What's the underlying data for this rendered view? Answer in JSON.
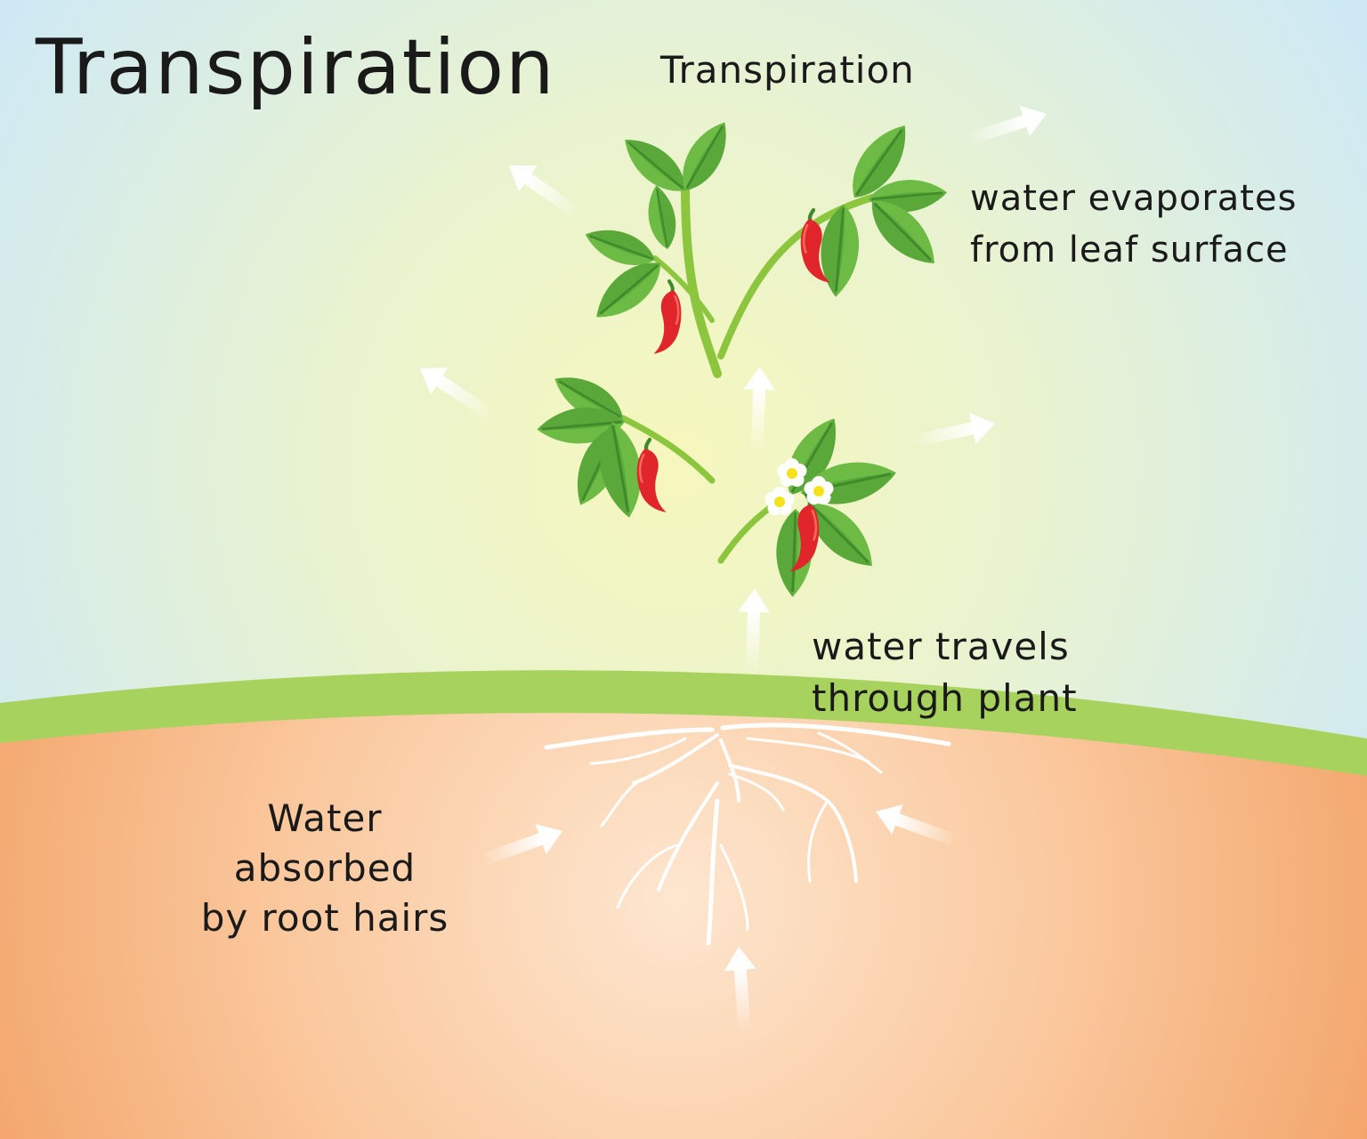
{
  "title": "Transpiration",
  "labels": {
    "transpiration": "Transpiration",
    "leaf_surface": [
      "water evaporates",
      "from leaf surface"
    ],
    "through_plant": [
      "water travels",
      "through plant"
    ],
    "root_hairs": [
      "Water",
      "absorbed",
      "by root hairs"
    ]
  },
  "colors": {
    "sky": "#d9eef6",
    "glow": "#f3f6c2",
    "grass": "#a8d25e",
    "soil": "#f5b27c",
    "soil_glow": "#fde3c9",
    "stem": "#8cc63f",
    "leaf": "#5aa83a",
    "leaf_dark": "#3f8a2a",
    "pepper": "#e0262a",
    "flower_center": "#f4e21b"
  },
  "icons": [
    "leaf-icon",
    "chili-pepper-icon",
    "flower-icon",
    "water-flow-arrow-icon"
  ]
}
